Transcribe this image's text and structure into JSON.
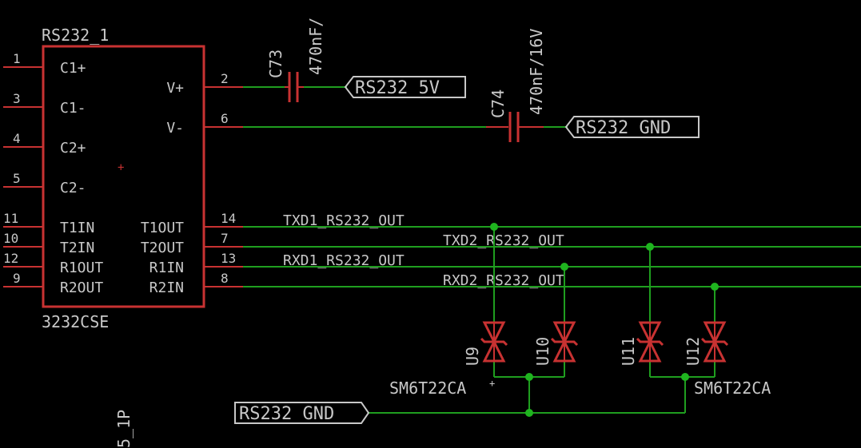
{
  "ic": {
    "name": "RS232_1",
    "value": "3232CSE",
    "left_pins": [
      {
        "num": "1",
        "label": "C1+"
      },
      {
        "num": "3",
        "label": "C1-"
      },
      {
        "num": "4",
        "label": "C2+"
      },
      {
        "num": "5",
        "label": "C2-"
      },
      {
        "num": "11",
        "label": "T1IN"
      },
      {
        "num": "10",
        "label": "T2IN"
      },
      {
        "num": "12",
        "label": "R1OUT"
      },
      {
        "num": "9",
        "label": "R2OUT"
      }
    ],
    "right_pins": [
      {
        "num": "2",
        "label": "V+"
      },
      {
        "num": "6",
        "label": "V-"
      },
      {
        "num": "14",
        "label": "T1OUT"
      },
      {
        "num": "7",
        "label": "T2OUT"
      },
      {
        "num": "13",
        "label": "R1IN"
      },
      {
        "num": "8",
        "label": "R2IN"
      }
    ]
  },
  "capacitors": [
    {
      "name": "C73",
      "value": "470nF/"
    },
    {
      "name": "C74",
      "value": "470nF/16V"
    }
  ],
  "net_labels": {
    "v5": "RS232_5V",
    "gnd_top": "RS232_GND",
    "gnd_bottom": "RS232_GND"
  },
  "nets": {
    "txd1": "TXD1_RS232_OUT",
    "txd2": "TXD2_RS232_OUT",
    "rxd1": "RXD1_RS232_OUT",
    "rxd2": "RXD2_RS232_OUT"
  },
  "tvs": {
    "d1": "U9",
    "d2": "U10",
    "d3": "U11",
    "d4": "U12",
    "value_left": "SM6T22CA",
    "value_right": "SM6T22CA"
  },
  "partial_label": "5_1P",
  "colors": {
    "background": "#000000",
    "wire": "#1f9e1f",
    "junction": "#1fb41f",
    "part": "#c83232",
    "text": "#c8c8c8"
  }
}
